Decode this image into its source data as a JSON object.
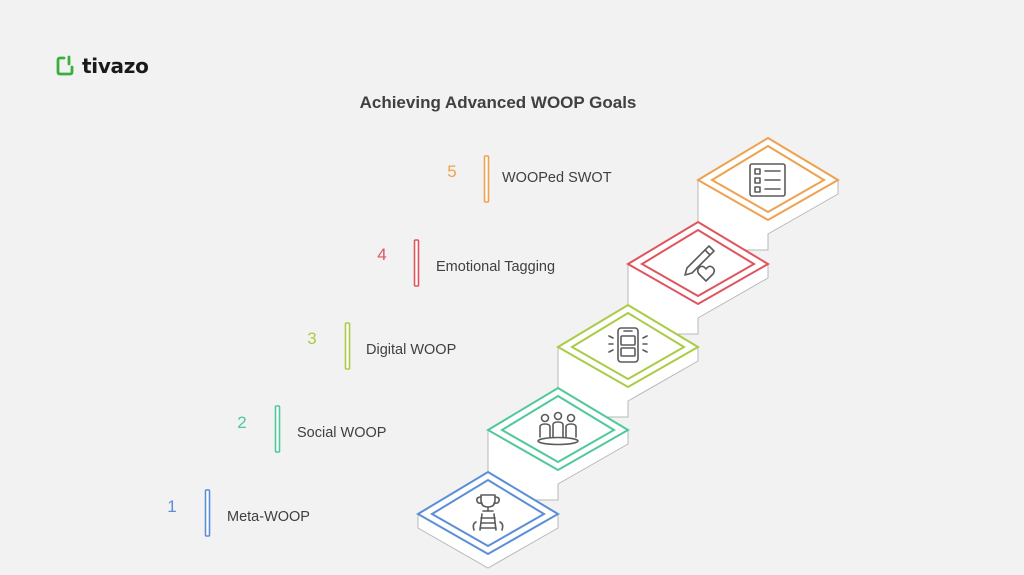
{
  "brand": {
    "name": "tivazo",
    "accent": "#3cae3f"
  },
  "title": "Achieving Advanced WOOP Goals",
  "steps": [
    {
      "number": "1",
      "label": "Meta-WOOP",
      "color": "#5b8ed6",
      "icon": "trophy-ladder-icon"
    },
    {
      "number": "2",
      "label": "Social WOOP",
      "color": "#4fc89a",
      "icon": "group-of-people-icon"
    },
    {
      "number": "3",
      "label": "Digital WOOP",
      "color": "#a9cc44",
      "icon": "smartphone-notification-icon"
    },
    {
      "number": "4",
      "label": "Emotional Tagging",
      "color": "#e0545d",
      "icon": "pencil-heart-icon"
    },
    {
      "number": "5",
      "label": "WOOPed SWOT",
      "color": "#eea14f",
      "icon": "checklist-icon"
    }
  ]
}
